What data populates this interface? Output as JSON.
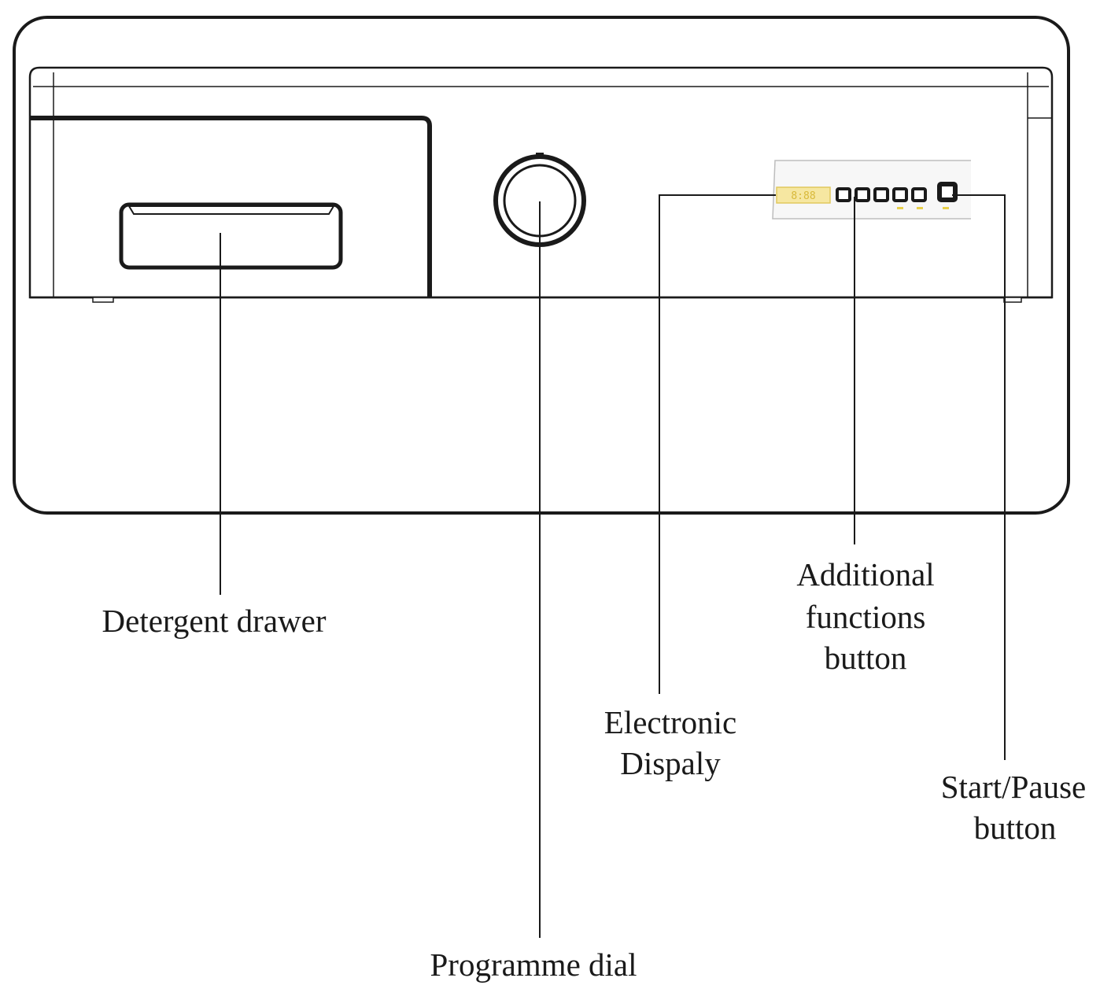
{
  "labels": {
    "detergent_drawer": "Detergent drawer",
    "programme_dial": "Programme dial",
    "electronic_display_line1": "Electronic",
    "electronic_display_line2": "Dispaly",
    "additional_functions_line1": "Additional",
    "additional_functions_line2": "functions",
    "additional_functions_line3": "button",
    "start_pause_line1": "Start/Pause",
    "start_pause_line2": "button"
  },
  "colors": {
    "outline": "#1a1a1a",
    "display_yellow": "#f6e7a1",
    "indicator_yellow": "#e8d04a",
    "panel_fill": "#f7f7f7"
  }
}
